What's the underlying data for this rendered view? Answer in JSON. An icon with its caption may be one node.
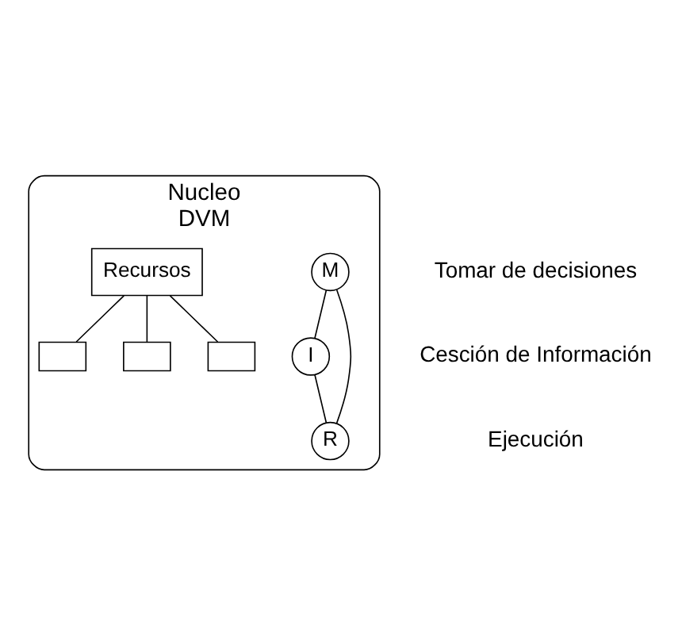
{
  "diagram": {
    "nodes": [
      {
        "text": [
          "Nucleo",
          "DVM"
        ]
      },
      {
        "text": [
          "M"
        ],
        "in": 0
      },
      {
        "text": [
          "I"
        ],
        "in": 0
      },
      {
        "text": [
          "R"
        ],
        "in": 0
      },
      {
        "text": [
          "Recursos"
        ],
        "in": 0
      },
      {
        "text": [],
        "shape": "box",
        "in": 0
      },
      {
        "text": [],
        "shape": "box",
        "in": 0
      },
      {
        "text": [],
        "shape": "box",
        "in": 0
      }
    ],
    "edges": [
      {
        "from": 1,
        "to": 2,
        "arrow": "none"
      },
      {
        "from": 1,
        "to": 3,
        "arrow": "none"
      },
      {
        "from": 2,
        "to": 3,
        "arrow": "none"
      },
      {
        "from": 4,
        "to": 5,
        "arrow": "none"
      },
      {
        "from": 4,
        "to": 6,
        "arrow": "none"
      },
      {
        "from": 4,
        "to": 7,
        "arrow": "none"
      }
    ],
    "labels": [
      "Tomar de decisiones",
      "Cesción de Información",
      "Ejecución"
    ]
  }
}
